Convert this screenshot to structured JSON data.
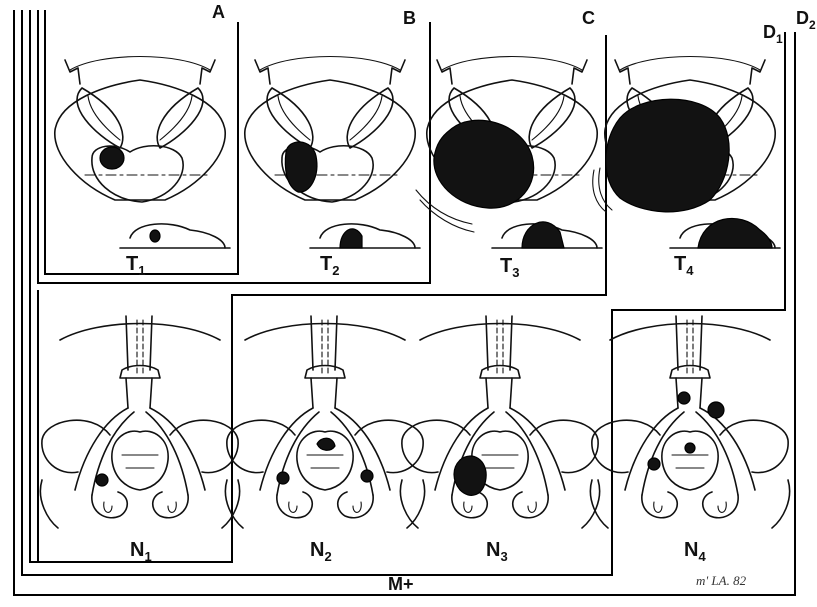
{
  "stage_labels": {
    "a": "A",
    "b": "B",
    "c": "C",
    "d1": "D",
    "d1_sub": "1",
    "d2": "D",
    "d2_sub": "2"
  },
  "t_panels": [
    {
      "letter": "T",
      "sub": "1"
    },
    {
      "letter": "T",
      "sub": "2"
    },
    {
      "letter": "T",
      "sub": "3"
    },
    {
      "letter": "T",
      "sub": "4"
    }
  ],
  "n_panels": [
    {
      "letter": "N",
      "sub": "1"
    },
    {
      "letter": "N",
      "sub": "2"
    },
    {
      "letter": "N",
      "sub": "3"
    },
    {
      "letter": "N",
      "sub": "4"
    }
  ],
  "metastasis_label": "M+",
  "signature": "m' LA. 82",
  "colors": {
    "ink": "#111111",
    "paper": "#ffffff",
    "tumor": "#121212"
  }
}
